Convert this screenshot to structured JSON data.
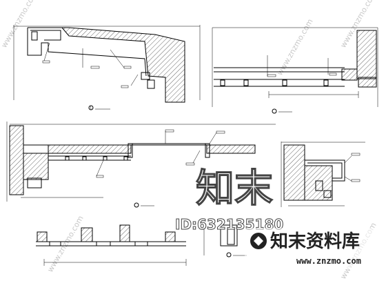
{
  "watermarks": {
    "main_glyphs": "知末",
    "id_text": "ID:632135180",
    "brand_text": "知末资料库",
    "url_text": "www.znzmo.com",
    "diagonal_text": "www.znzmo.com"
  },
  "colors": {
    "line": "#000000",
    "background": "#ffffff",
    "watermark_light": "#c8c8c8",
    "watermark_dark": "#222222"
  }
}
